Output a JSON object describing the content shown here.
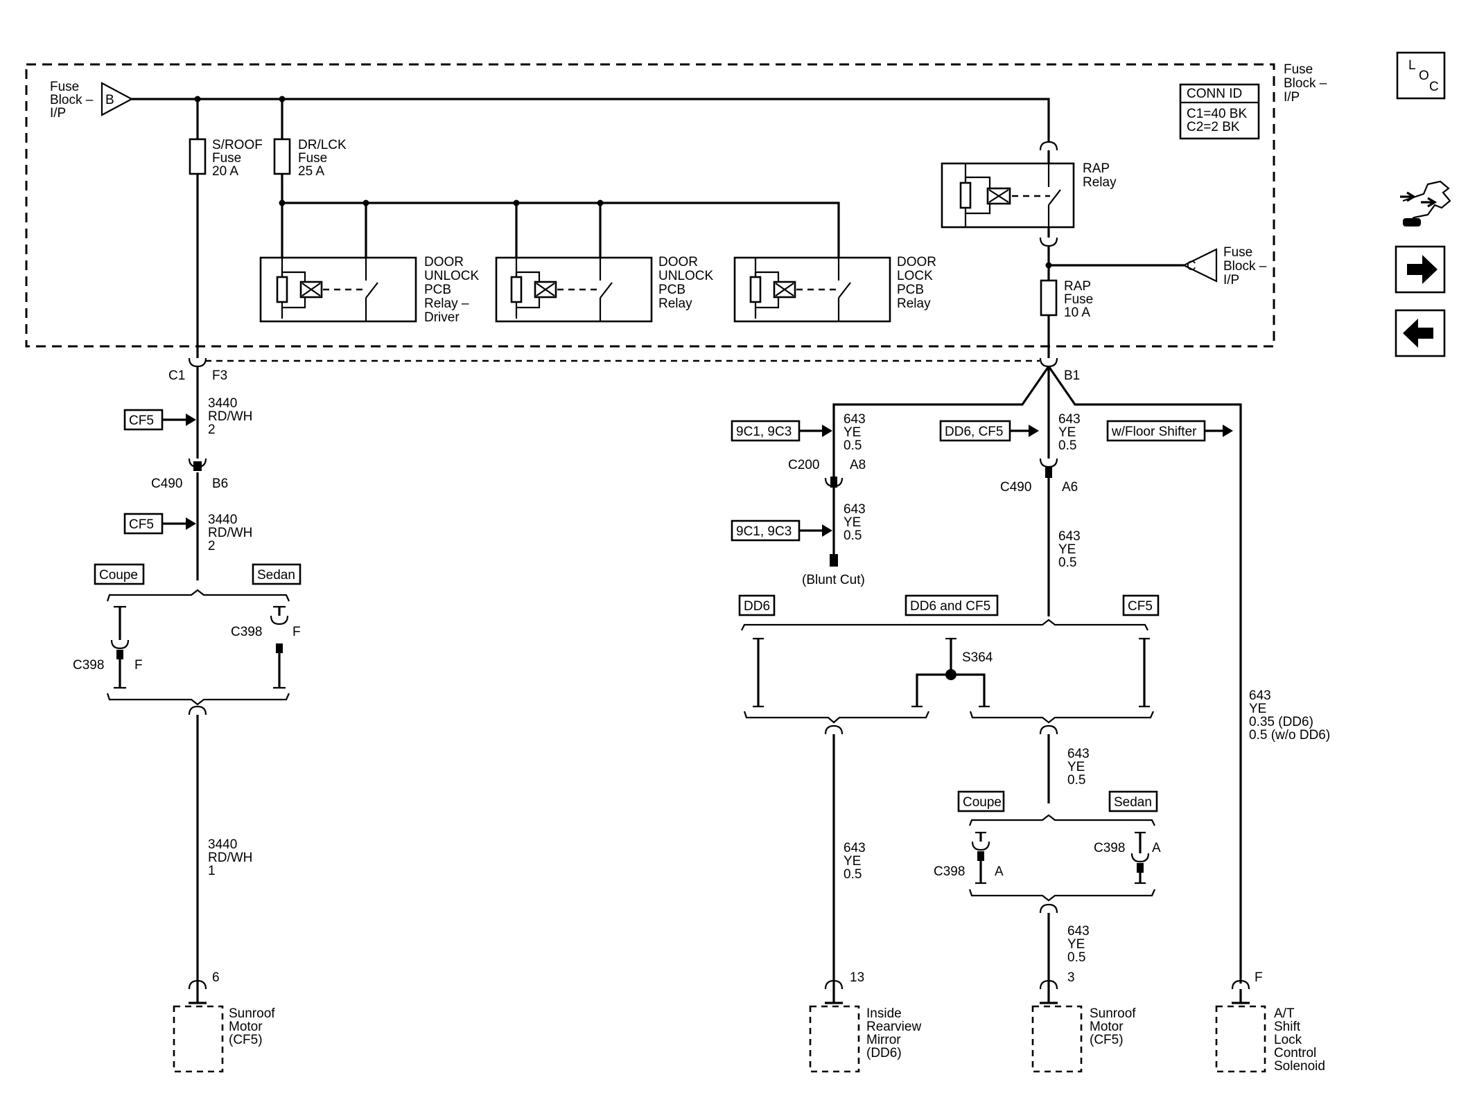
{
  "fuse_block": {
    "label_b": [
      "Fuse",
      "Block –",
      "I/P"
    ],
    "label_c": [
      "Fuse",
      "Block –",
      "I/P"
    ],
    "label_top_right": [
      "Fuse",
      "Block –",
      "I/P"
    ],
    "input_b": "B",
    "output_c": "C",
    "conn_id": {
      "title": "CONN ID",
      "lines": [
        "C1=40 BK",
        "C2=2 BK"
      ]
    }
  },
  "fuses": {
    "sroof": [
      "S/ROOF",
      "Fuse",
      "20 A"
    ],
    "drlck": [
      "DR/LCK",
      "Fuse",
      "25 A"
    ],
    "rap": [
      "RAP",
      "Fuse",
      "10 A"
    ]
  },
  "relays": {
    "rap": [
      "RAP",
      "Relay"
    ],
    "door_unlock_driver": [
      "DOOR",
      "UNLOCK",
      "PCB",
      "Relay –",
      "Driver"
    ],
    "door_unlock": [
      "DOOR",
      "UNLOCK",
      "PCB",
      "Relay"
    ],
    "door_lock": [
      "DOOR",
      "LOCK",
      "PCB",
      "Relay"
    ]
  },
  "connectors": {
    "c1": "C1",
    "f3": "F3",
    "b1": "B1",
    "c490_left": "C490",
    "b6": "B6",
    "c398_left_a": "C398",
    "c398_left_a_pin": "F",
    "c398_left_b": "C398",
    "c398_left_b_pin": "F",
    "c200": "C200",
    "a8": "A8",
    "c490_right": "C490",
    "a6": "A6",
    "s364": "S364",
    "c398_right_a": "C398",
    "c398_right_a_pin": "A",
    "c398_right_b": "C398",
    "c398_right_b_pin": "A"
  },
  "wires": {
    "w3440_a": [
      "3440",
      "RD/WH",
      "2"
    ],
    "w3440_b": [
      "3440",
      "RD/WH",
      "2"
    ],
    "w3440_c": [
      "3440",
      "RD/WH",
      "1"
    ],
    "w643_a": [
      "643",
      "YE",
      "0.5"
    ],
    "w643_b": [
      "643",
      "YE",
      "0.5"
    ],
    "w643_c": [
      "643",
      "YE",
      "0.5"
    ],
    "w643_d": [
      "643",
      "YE",
      "0.5"
    ],
    "w643_e": [
      "643",
      "YE",
      "0.5"
    ],
    "w643_f": [
      "643",
      "YE",
      "0.5"
    ],
    "w643_g": [
      "643",
      "YE",
      "0.5"
    ],
    "w643_h": [
      "643",
      "YE",
      "0.35 (DD6)",
      "0.5 (w/o DD6)"
    ],
    "blunt_cut": "(Blunt Cut)"
  },
  "refs": {
    "cf5_a": "CF5",
    "cf5_b": "CF5",
    "ref_9c1_a": "9C1, 9C3",
    "ref_9c1_b": "9C1, 9C3",
    "dd6_cf5": "DD6, CF5",
    "floor_shifter": "w/Floor Shifter"
  },
  "options": {
    "coupe_left": "Coupe",
    "sedan_left": "Sedan",
    "dd6": "DD6",
    "dd6_and_cf5": "DD6 and CF5",
    "cf5": "CF5",
    "coupe_right": "Coupe",
    "sedan_right": "Sedan"
  },
  "components": {
    "sunroof_left": {
      "pin": "6",
      "label": [
        "Sunroof",
        "Motor",
        "(CF5)"
      ]
    },
    "mirror": {
      "pin": "13",
      "label": [
        "Inside",
        "Rearview",
        "Mirror",
        "(DD6)"
      ]
    },
    "sunroof_right": {
      "pin": "3",
      "label": [
        "Sunroof",
        "Motor",
        "(CF5)"
      ]
    },
    "shift_lock": {
      "pin": "F",
      "label": [
        "A/T",
        "Shift",
        "Lock",
        "Control",
        "Solenoid"
      ]
    }
  },
  "nav": {
    "loc": [
      "L",
      "O",
      "C"
    ],
    "icons": [
      "component-tool-icon",
      "arrow-right-icon",
      "arrow-left-icon"
    ]
  }
}
